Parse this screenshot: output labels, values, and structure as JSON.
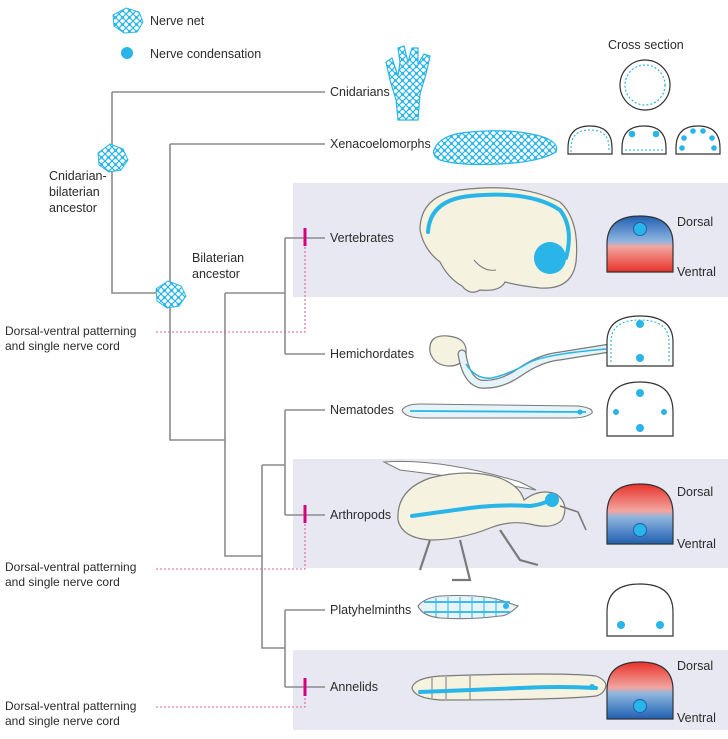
{
  "legend": {
    "nerve_net": "Nerve net",
    "nerve_condensation": "Nerve condensation"
  },
  "cross_section_header": "Cross section",
  "nodes": {
    "cnidarian_bilaterian_ancestor": [
      "Cnidarian-",
      "bilaterian",
      "ancestor"
    ],
    "bilaterian_ancestor": [
      "Bilaterian",
      "ancestor"
    ]
  },
  "taxa": {
    "cnidarians": "Cnidarians",
    "xenacoelomorphs": "Xenacoelomorphs",
    "vertebrates": "Vertebrates",
    "hemichordates": "Hemichordates",
    "nematodes": "Nematodes",
    "arthropods": "Arthropods",
    "platyhelminths": "Platyhelminths",
    "annelids": "Annelids"
  },
  "annotations": [
    [
      "Dorsal-ventral patterning",
      "and single nerve cord"
    ],
    [
      "Dorsal-ventral patterning",
      "and single nerve cord"
    ],
    [
      "Dorsal-ventral patterning",
      "and single nerve cord"
    ]
  ],
  "orientation": {
    "dorsal": "Dorsal",
    "ventral": "Ventral"
  },
  "colors": {
    "highlight_band": "#e8e8f3",
    "nerve_blue": "#29b5e8",
    "marker_magenta": "#d6007e",
    "tree_gray": "#8c8c8c",
    "dorsal_red": "#e8322a",
    "ventral_blue": "#1f5fb0"
  }
}
